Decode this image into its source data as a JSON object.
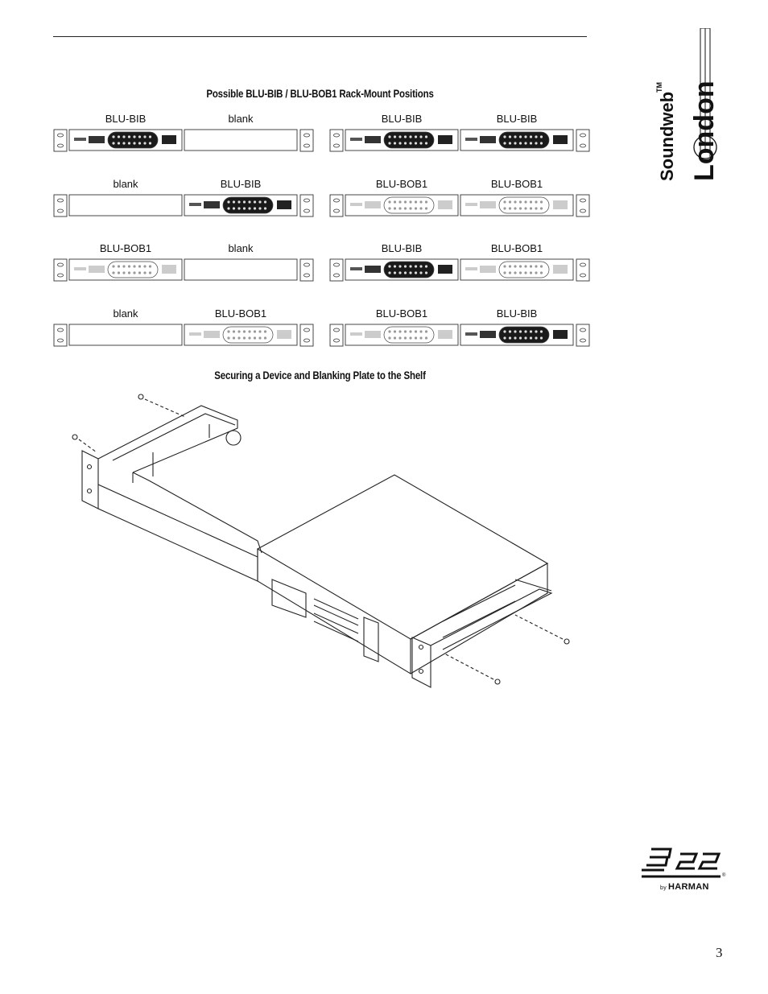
{
  "headings": {
    "rack_positions": "Possible BLU-BIB / BLU-BOB1 Rack-Mount Positions",
    "securing": "Securing a Device and Blanking Plate to the Shelf"
  },
  "rack_configs": [
    {
      "left": "BLU-BIB",
      "right": "blank"
    },
    {
      "left": "BLU-BIB",
      "right": "BLU-BIB"
    },
    {
      "left": "blank",
      "right": "BLU-BIB"
    },
    {
      "left": "BLU-BOB1",
      "right": "BLU-BOB1"
    },
    {
      "left": "BLU-BOB1",
      "right": "blank"
    },
    {
      "left": "BLU-BIB",
      "right": "BLU-BOB1"
    },
    {
      "left": "blank",
      "right": "BLU-BOB1"
    },
    {
      "left": "BLU-BOB1",
      "right": "BLU-BIB"
    }
  ],
  "brand": {
    "name": "Soundweb",
    "trademark": "TM",
    "sub": "London",
    "logo": "BSS",
    "by": "by",
    "harman": "HARMAN"
  },
  "page_number": "3"
}
